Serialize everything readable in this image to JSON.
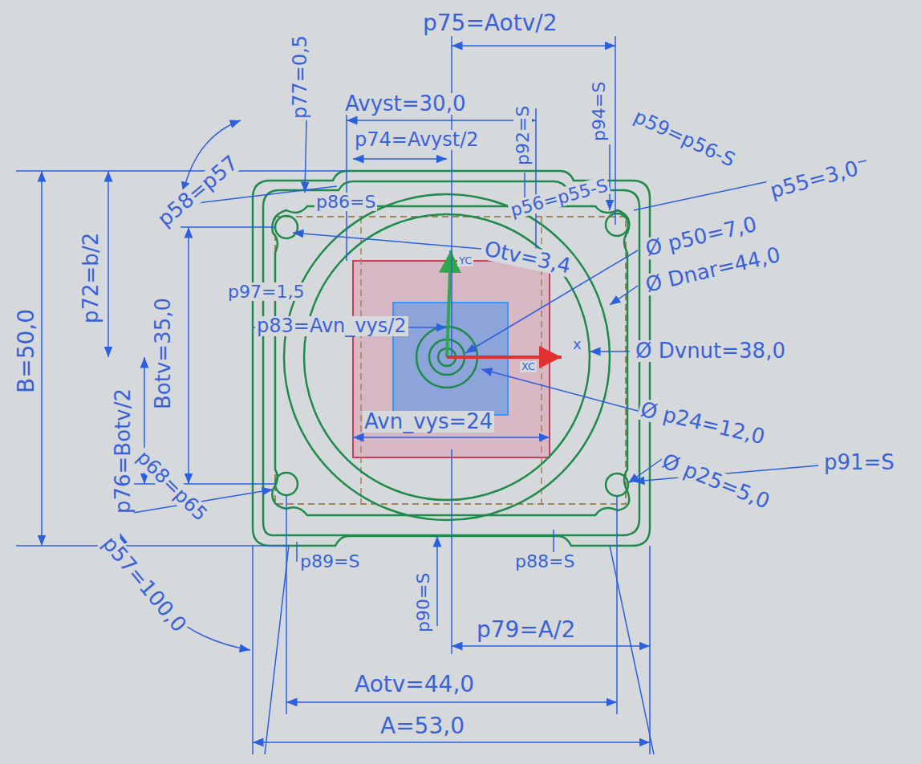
{
  "diagram": {
    "labels": [
      "p75=Aotv/2",
      "p92=S",
      "Avyst=30,0",
      "p74=Avyst/2",
      "p77=0,5",
      "p58=p57",
      "p59=p56-S",
      "p56=p55-S",
      "p55=3,0",
      "p94=S",
      "p86=S",
      "Otv=3,4",
      "Ø p50=7,0",
      "Ø Dnar=44,0",
      "Ø Dvnut=38,0",
      "Ø p24=12,0",
      "Ø p25=5,0",
      "p91=S",
      "B=50,0",
      "p72=b/2",
      "Botv=35,0",
      "p76=Botv/2",
      "p57=100,0",
      "p68=p65",
      "p97=1,5",
      "p83=Avn_vys/2",
      "Avn_vys=24",
      "p89=S",
      "p88=S",
      "p90=S",
      "p79=A/2",
      "Aotv=44,0",
      "A=53,0",
      "YC",
      "XC",
      "x"
    ]
  }
}
